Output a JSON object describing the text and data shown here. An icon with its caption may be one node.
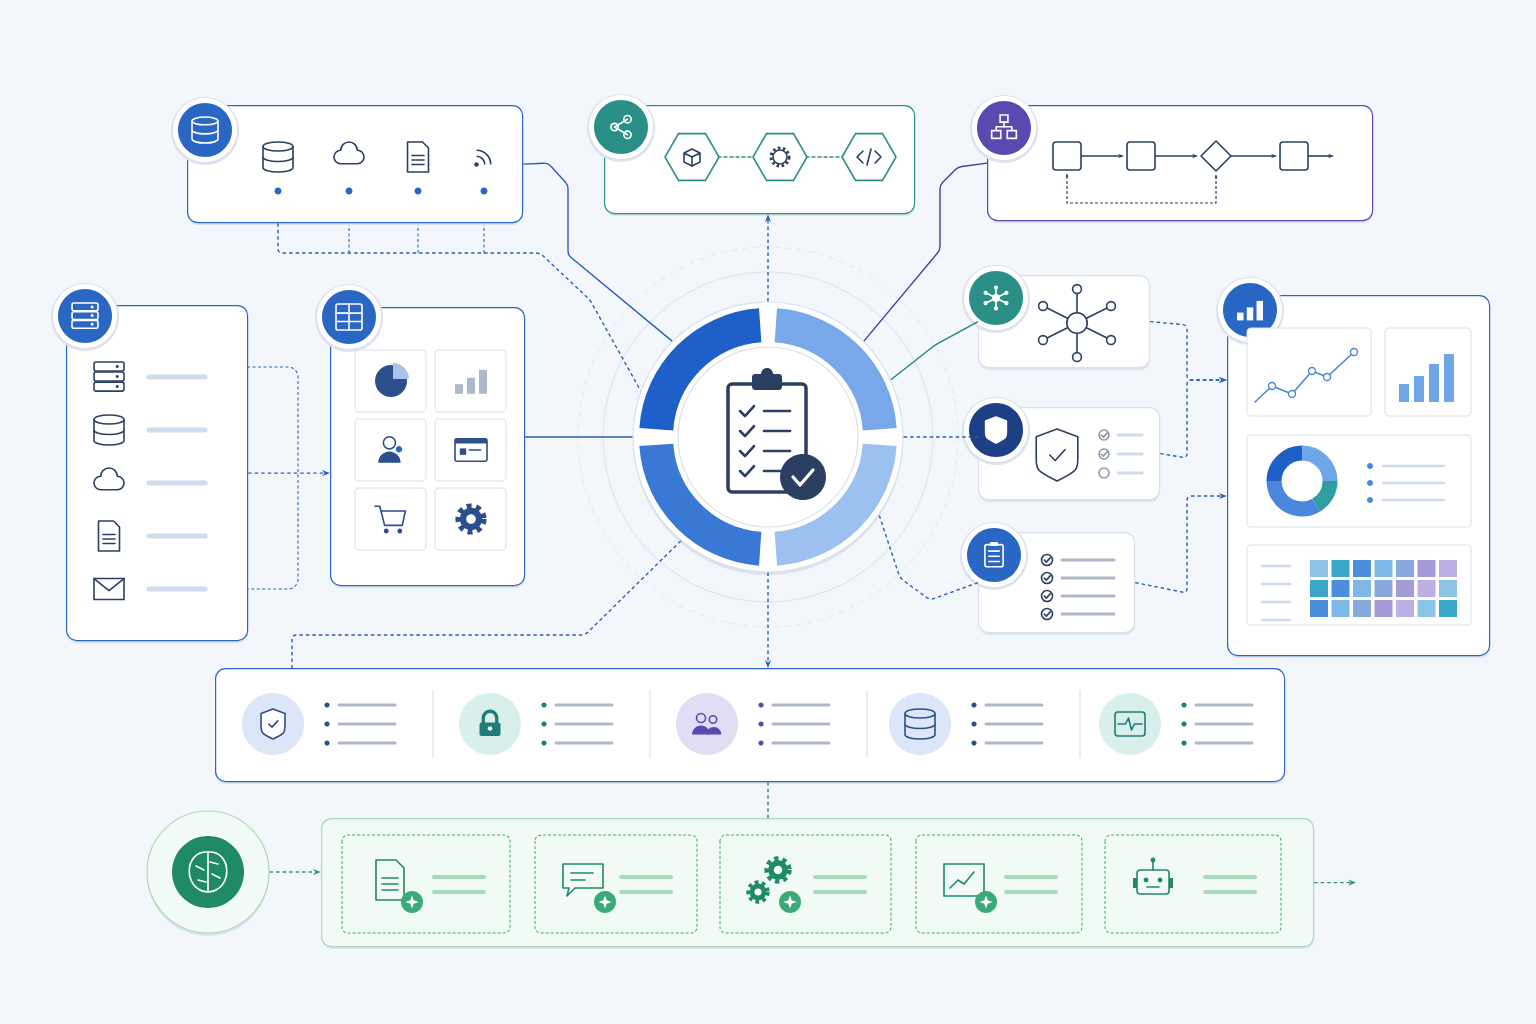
{
  "diagram": {
    "nodes": [
      {
        "text": [],
        "shape": "circle"
      },
      {
        "text": [],
        "shape": "box"
      },
      {
        "text": [],
        "shape": "box"
      },
      {
        "text": [],
        "shape": "box"
      },
      {
        "text": [],
        "shape": "box"
      },
      {
        "text": [],
        "shape": "box"
      },
      {
        "text": [],
        "shape": "box"
      },
      {
        "text": [],
        "shape": "box"
      },
      {
        "text": [],
        "shape": "box"
      },
      {
        "text": [],
        "shape": "box"
      },
      {
        "text": [],
        "shape": "box"
      },
      {
        "text": [],
        "shape": "circle"
      },
      {
        "text": [],
        "shape": "box"
      }
    ],
    "edges": [
      {
        "from": 1,
        "to": 0,
        "arrow": "none"
      },
      {
        "from": 1,
        "to": 0,
        "arrow": "none",
        "style": "dashed"
      },
      {
        "from": 0,
        "to": 2,
        "arrow": "to",
        "style": "dashed"
      },
      {
        "from": 0,
        "to": 3,
        "arrow": "none",
        "color": "#4b3aa0"
      },
      {
        "from": 0,
        "to": 6,
        "arrow": "none",
        "color": "#1e8a7a"
      },
      {
        "from": 0,
        "to": 7,
        "arrow": "none",
        "style": "dashed"
      },
      {
        "from": 8,
        "to": 0,
        "arrow": "none",
        "style": "dashed"
      },
      {
        "from": 5,
        "to": 0,
        "arrow": "none"
      },
      {
        "from": 4,
        "to": 5,
        "arrow": "to",
        "style": "dashed"
      },
      {
        "from": 0,
        "to": 10,
        "arrow": "to",
        "style": "dashed"
      },
      {
        "from": 0,
        "to": 10,
        "arrow": "none",
        "style": "dashed"
      },
      {
        "from": 6,
        "to": 9,
        "arrow": "to",
        "style": "dashed"
      },
      {
        "from": 7,
        "to": 9,
        "arrow": "to",
        "style": "dashed"
      },
      {
        "from": 8,
        "to": 9,
        "arrow": "to",
        "style": "dashed"
      },
      {
        "from": 10,
        "to": 12,
        "arrow": "none",
        "style": "dashed",
        "color": "#2a8a6e"
      },
      {
        "from": 11,
        "to": 12,
        "arrow": "to",
        "style": "dashed",
        "color": "#2e9a6a"
      },
      {
        "from": 12,
        "to": null,
        "arrow": "to",
        "style": "dashed",
        "color": "#2e9a6a"
      }
    ]
  }
}
